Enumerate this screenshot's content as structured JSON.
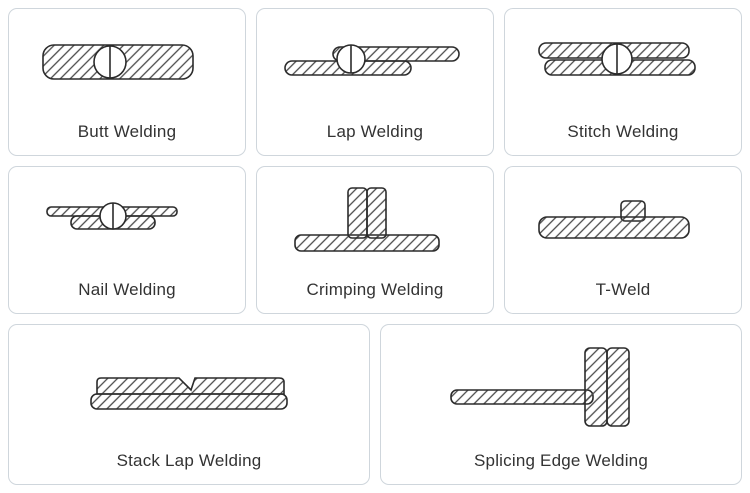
{
  "cells": [
    {
      "label": "Butt Welding"
    },
    {
      "label": "Lap Welding"
    },
    {
      "label": "Stitch Welding"
    },
    {
      "label": "Nail Welding"
    },
    {
      "label": "Crimping Welding"
    },
    {
      "label": "T-Weld"
    },
    {
      "label": "Stack Lap Welding"
    },
    {
      "label": "Splicing Edge Welding"
    }
  ],
  "colors": {
    "cell_border": "#cfd6dc",
    "outline": "#2b2b2b",
    "hatch": "#4a4a4a",
    "label_text": "#333333",
    "background": "#ffffff"
  }
}
